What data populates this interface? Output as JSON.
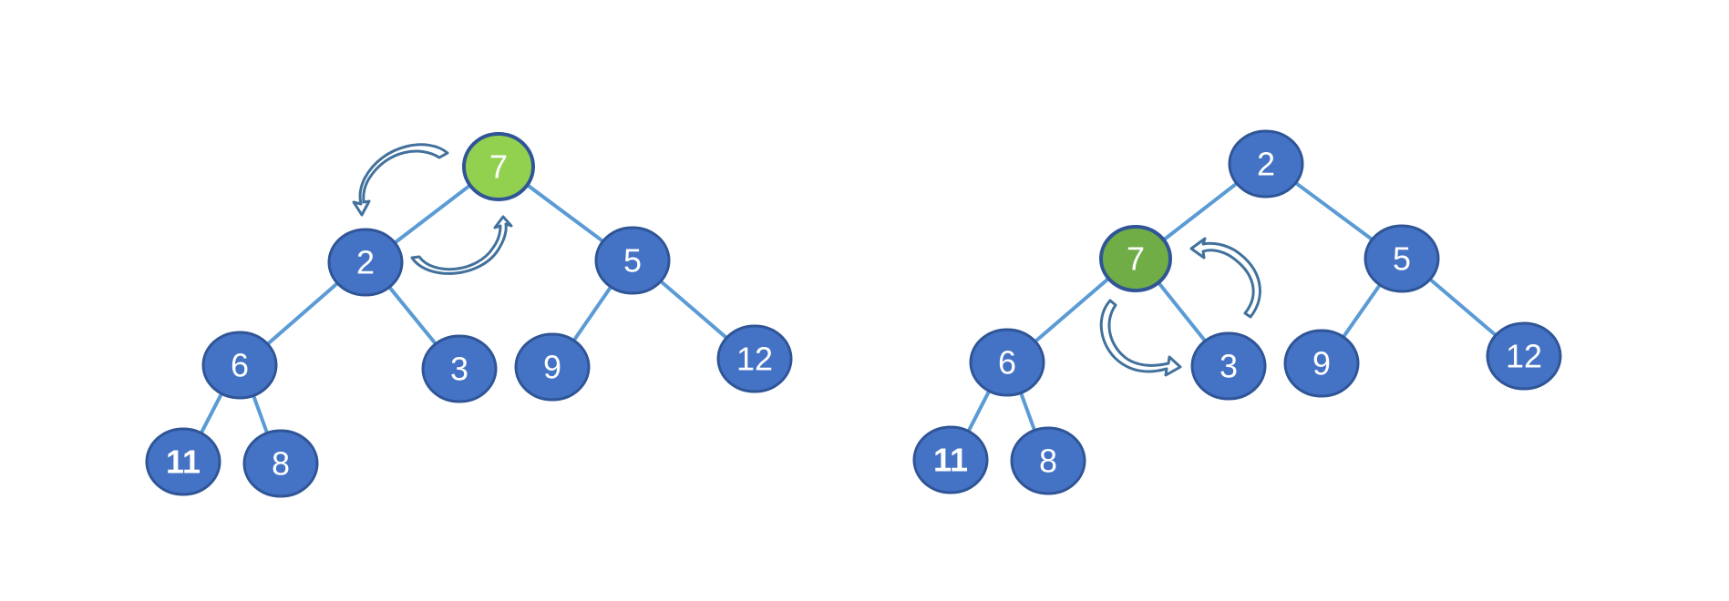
{
  "colors": {
    "node_fill": "#4472C4",
    "node_stroke": "#2F5597",
    "edge": "#5B9BD5",
    "highlight_light": "#92D050",
    "highlight_dark": "#70AD47",
    "arrow_fill": "#ffffff",
    "arrow_stroke": "#41719C"
  },
  "trees": [
    {
      "id": "before",
      "nodes": [
        {
          "id": "r",
          "label": "7",
          "highlight": "light"
        },
        {
          "id": "a",
          "label": "2"
        },
        {
          "id": "b",
          "label": "5"
        },
        {
          "id": "c",
          "label": "6"
        },
        {
          "id": "d",
          "label": "3"
        },
        {
          "id": "e",
          "label": "9"
        },
        {
          "id": "f",
          "label": "12"
        },
        {
          "id": "g",
          "label": "11",
          "bold": true
        },
        {
          "id": "h",
          "label": "8"
        }
      ],
      "edges": [
        [
          "r",
          "a"
        ],
        [
          "r",
          "b"
        ],
        [
          "a",
          "c"
        ],
        [
          "a",
          "d"
        ],
        [
          "b",
          "e"
        ],
        [
          "b",
          "f"
        ],
        [
          "c",
          "g"
        ],
        [
          "c",
          "h"
        ]
      ]
    },
    {
      "id": "after",
      "nodes": [
        {
          "id": "r",
          "label": "2"
        },
        {
          "id": "a",
          "label": "7",
          "highlight": "dark"
        },
        {
          "id": "b",
          "label": "5"
        },
        {
          "id": "c",
          "label": "6"
        },
        {
          "id": "d",
          "label": "3"
        },
        {
          "id": "e",
          "label": "9"
        },
        {
          "id": "f",
          "label": "12"
        },
        {
          "id": "g",
          "label": "11",
          "bold": true
        },
        {
          "id": "h",
          "label": "8"
        }
      ],
      "edges": [
        [
          "r",
          "a"
        ],
        [
          "r",
          "b"
        ],
        [
          "a",
          "c"
        ],
        [
          "a",
          "d"
        ],
        [
          "b",
          "e"
        ],
        [
          "b",
          "f"
        ],
        [
          "c",
          "g"
        ],
        [
          "c",
          "h"
        ]
      ]
    }
  ]
}
